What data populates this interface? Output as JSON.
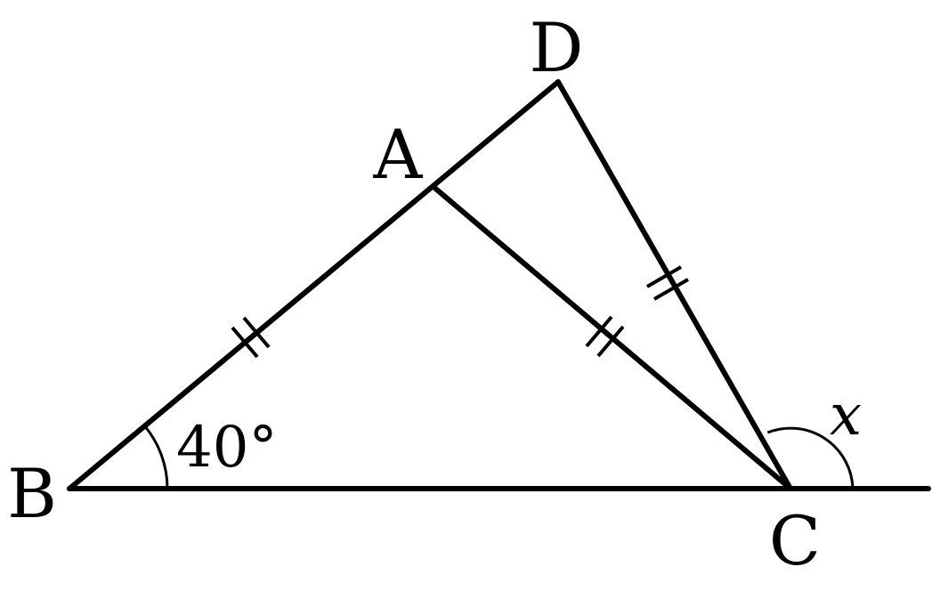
{
  "points": {
    "A": "A",
    "B": "B",
    "C": "C",
    "D": "D"
  },
  "angles": {
    "angle_b": "40°",
    "angle_x": "x"
  }
}
